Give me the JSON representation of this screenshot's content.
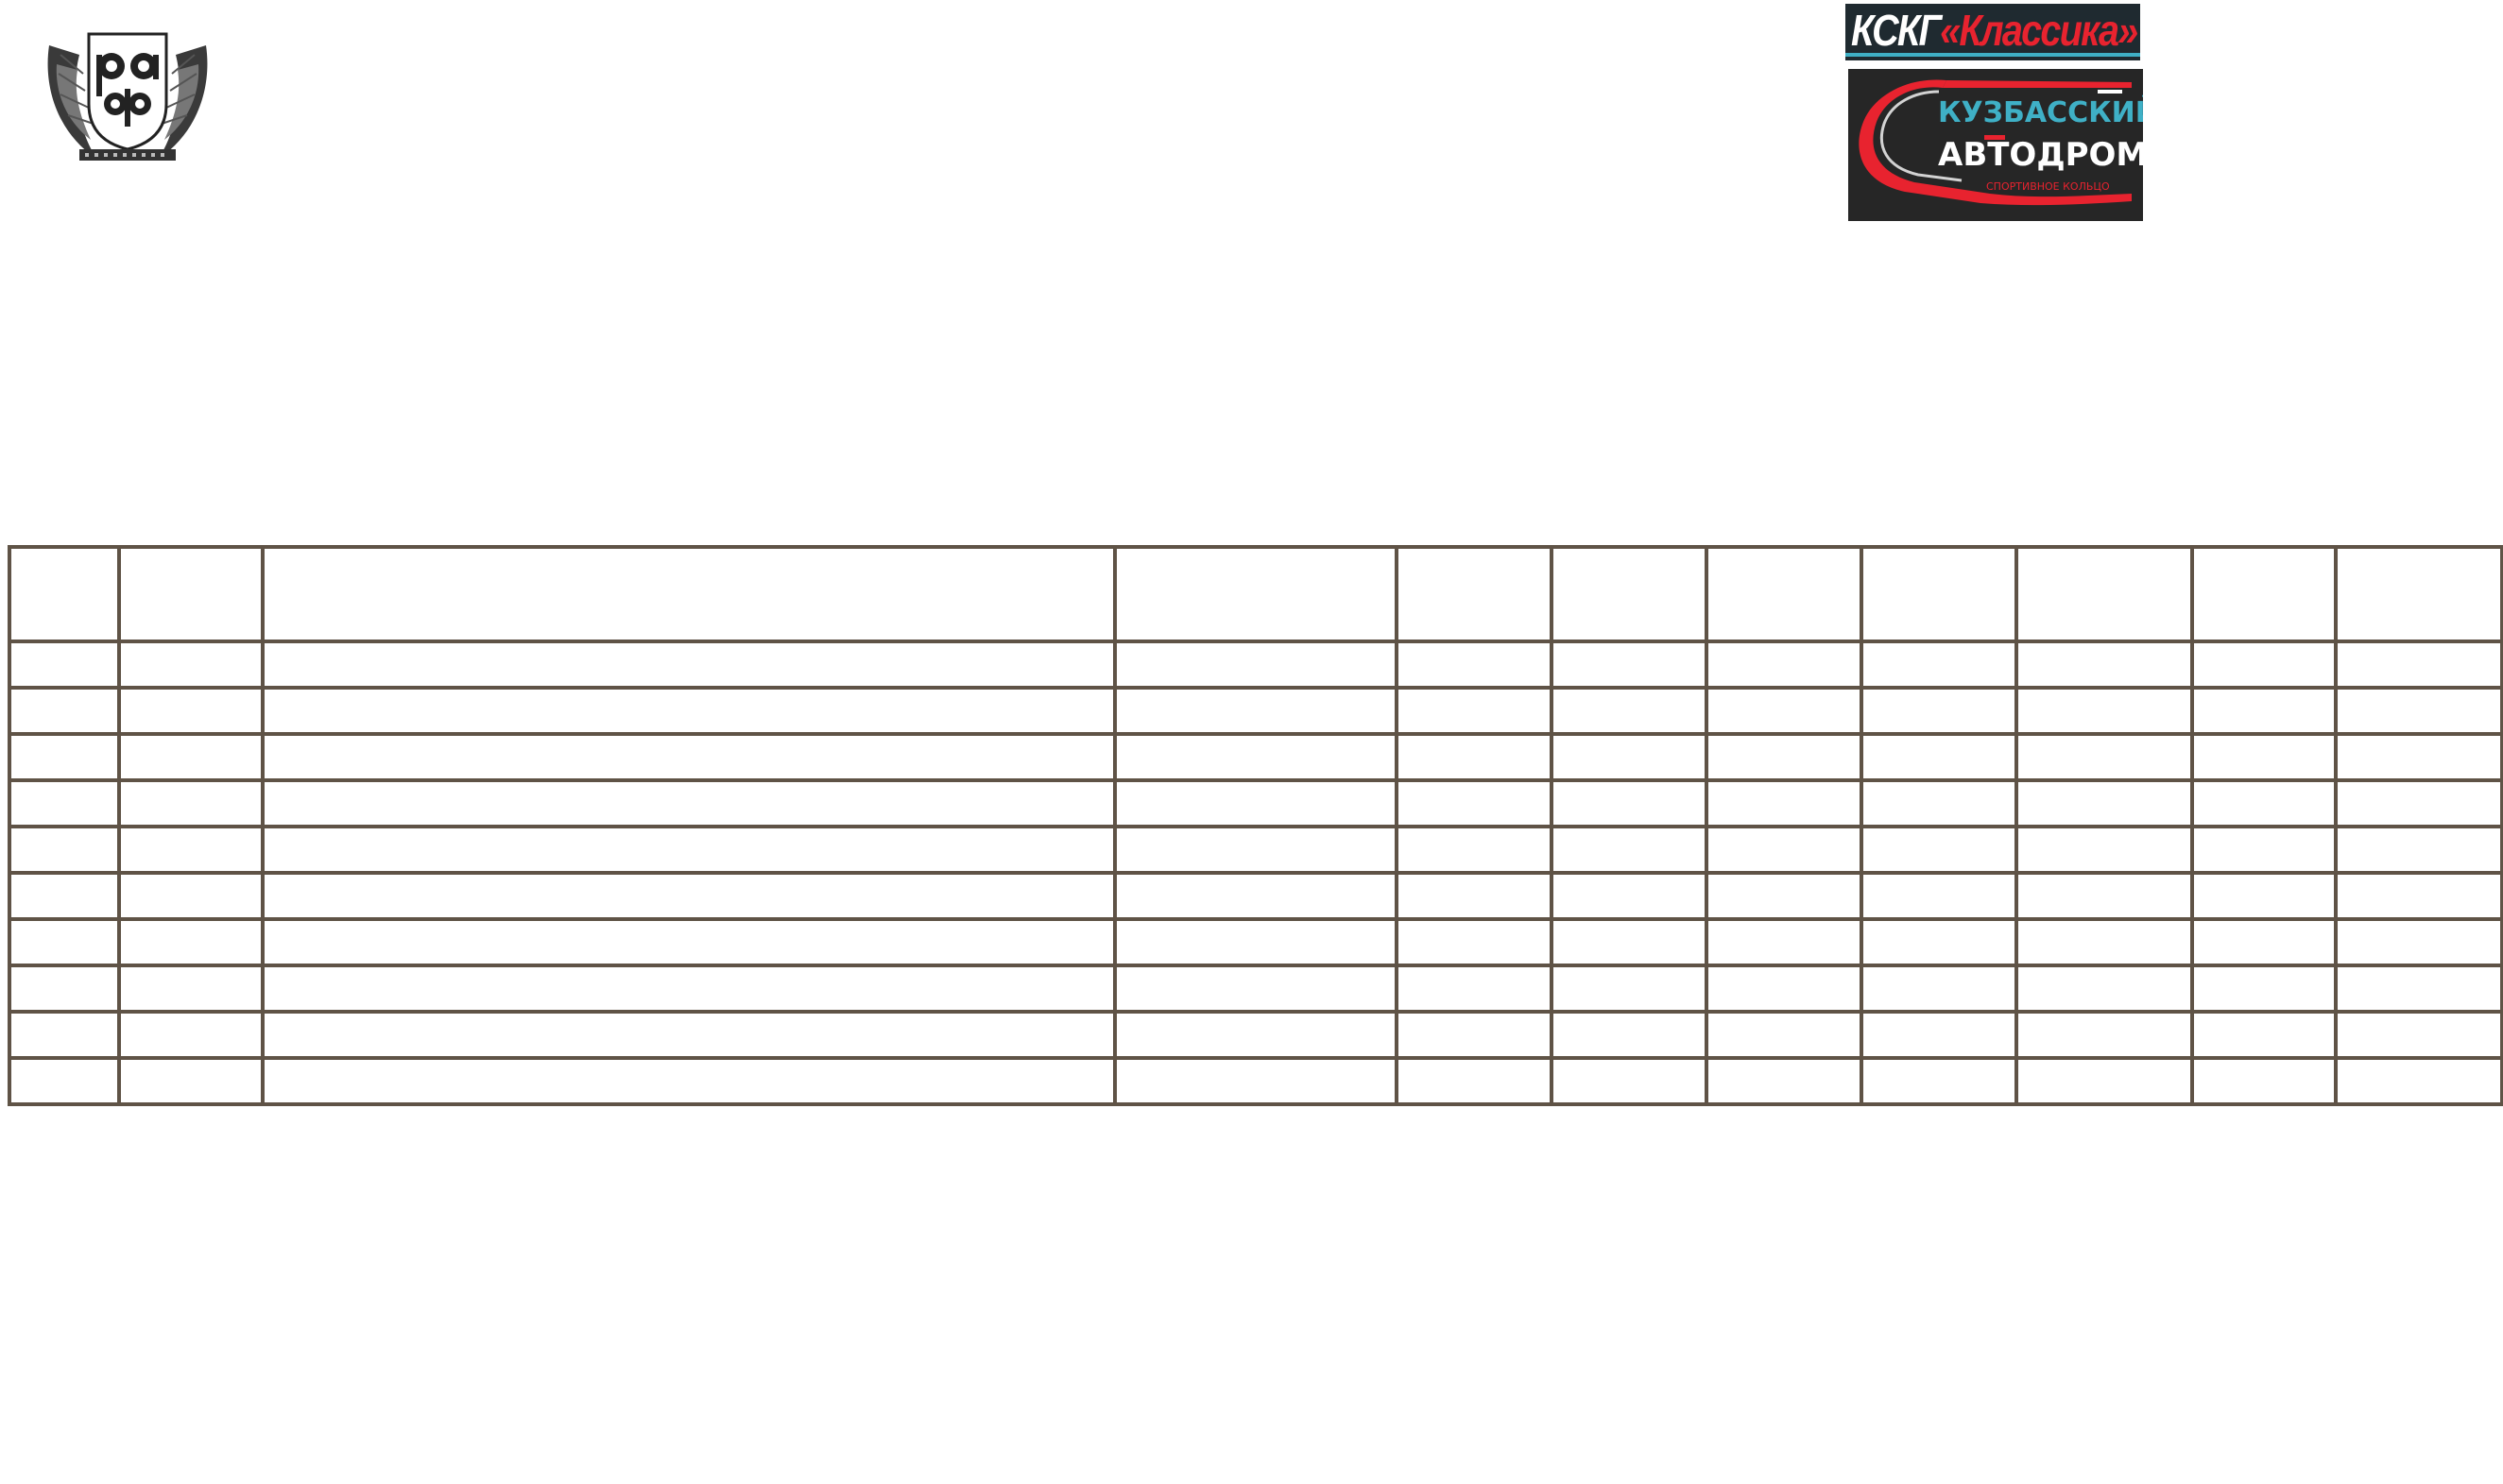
{
  "logos": {
    "left_logo": "raf-emblem",
    "kskg": {
      "prefix": "КСКГ",
      "name": "«Классика»",
      "colors": {
        "background": "#1f2a30",
        "prefix": "#ffffff",
        "name": "#e8232f",
        "stripe": "#3fb0c6"
      }
    },
    "avtodrom": {
      "line1": "КУЗБАССКИЙ",
      "line2": "АВТОДРОМ",
      "line3": "СПОРТИВНОЕ КОЛЬЦО",
      "colors": {
        "background": "#262626",
        "line1": "#3fb0c6",
        "line2": "#ffffff",
        "accent": "#e8232f"
      }
    }
  },
  "table": {
    "column_count": 11,
    "body_row_count": 10,
    "border_color": "#5f5346",
    "header": [
      "",
      "",
      "",
      "",
      "",
      "",
      "",
      "",
      "",
      "",
      ""
    ],
    "rows": [
      [
        "",
        "",
        "",
        "",
        "",
        "",
        "",
        "",
        "",
        "",
        ""
      ],
      [
        "",
        "",
        "",
        "",
        "",
        "",
        "",
        "",
        "",
        "",
        ""
      ],
      [
        "",
        "",
        "",
        "",
        "",
        "",
        "",
        "",
        "",
        "",
        ""
      ],
      [
        "",
        "",
        "",
        "",
        "",
        "",
        "",
        "",
        "",
        "",
        ""
      ],
      [
        "",
        "",
        "",
        "",
        "",
        "",
        "",
        "",
        "",
        "",
        ""
      ],
      [
        "",
        "",
        "",
        "",
        "",
        "",
        "",
        "",
        "",
        "",
        ""
      ],
      [
        "",
        "",
        "",
        "",
        "",
        "",
        "",
        "",
        "",
        "",
        ""
      ],
      [
        "",
        "",
        "",
        "",
        "",
        "",
        "",
        "",
        "",
        "",
        ""
      ],
      [
        "",
        "",
        "",
        "",
        "",
        "",
        "",
        "",
        "",
        "",
        ""
      ],
      [
        "",
        "",
        "",
        "",
        "",
        "",
        "",
        "",
        "",
        "",
        ""
      ]
    ]
  }
}
